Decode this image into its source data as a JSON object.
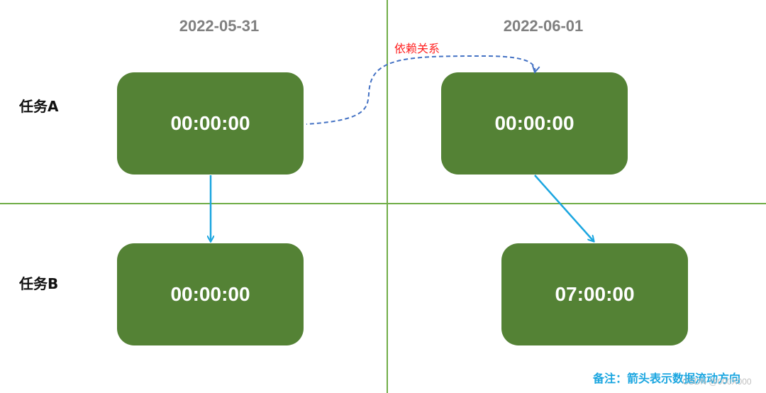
{
  "columns": {
    "left_date": "2022-05-31",
    "right_date": "2022-06-01"
  },
  "rows": {
    "task_a": "任务A",
    "task_b": "任务B"
  },
  "boxes": {
    "a_0531": "00:00:00",
    "a_0601": "00:00:00",
    "b_0531": "00:00:00",
    "b_0601": "07:00:00"
  },
  "dependency_label": "依赖关系",
  "note": "备注：箭头表示数据流动方向",
  "watermark": "CSDN @000X000",
  "colors": {
    "box_fill": "#548235",
    "grid_line": "#70ad47",
    "data_arrow": "#1ba6e0",
    "dependency_arrow": "#4472c4",
    "dependency_text": "#ff2020"
  }
}
